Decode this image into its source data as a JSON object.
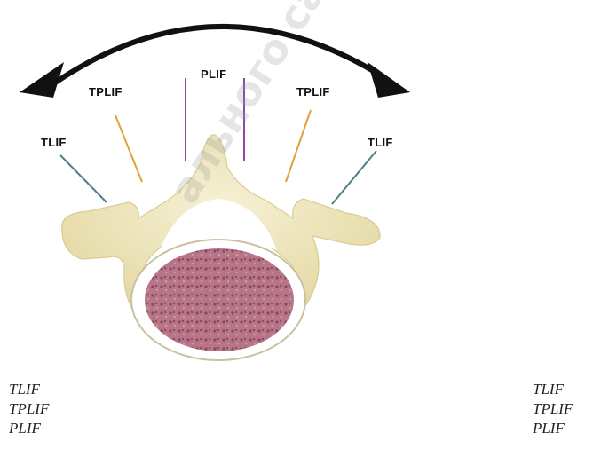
{
  "labels": {
    "plif": "PLIF",
    "tplif_left": "TPLIF",
    "tplif_right": "TPLIF",
    "tlif_left": "TLIF",
    "tlif_right": "TLIF"
  },
  "legend_left": [
    "TLIF",
    "TPLIF",
    "PLIF"
  ],
  "legend_right": [
    "TLIF",
    "TPLIF",
    "PLIF"
  ],
  "watermark": "ального сайта",
  "colors": {
    "plif_line": "#8e4aa0",
    "tplif_line": "#e0a03a",
    "tlif_line": "#4f7f86",
    "arrow": "#111111",
    "bone": "#efe7bf",
    "disc": "#b06a80"
  }
}
